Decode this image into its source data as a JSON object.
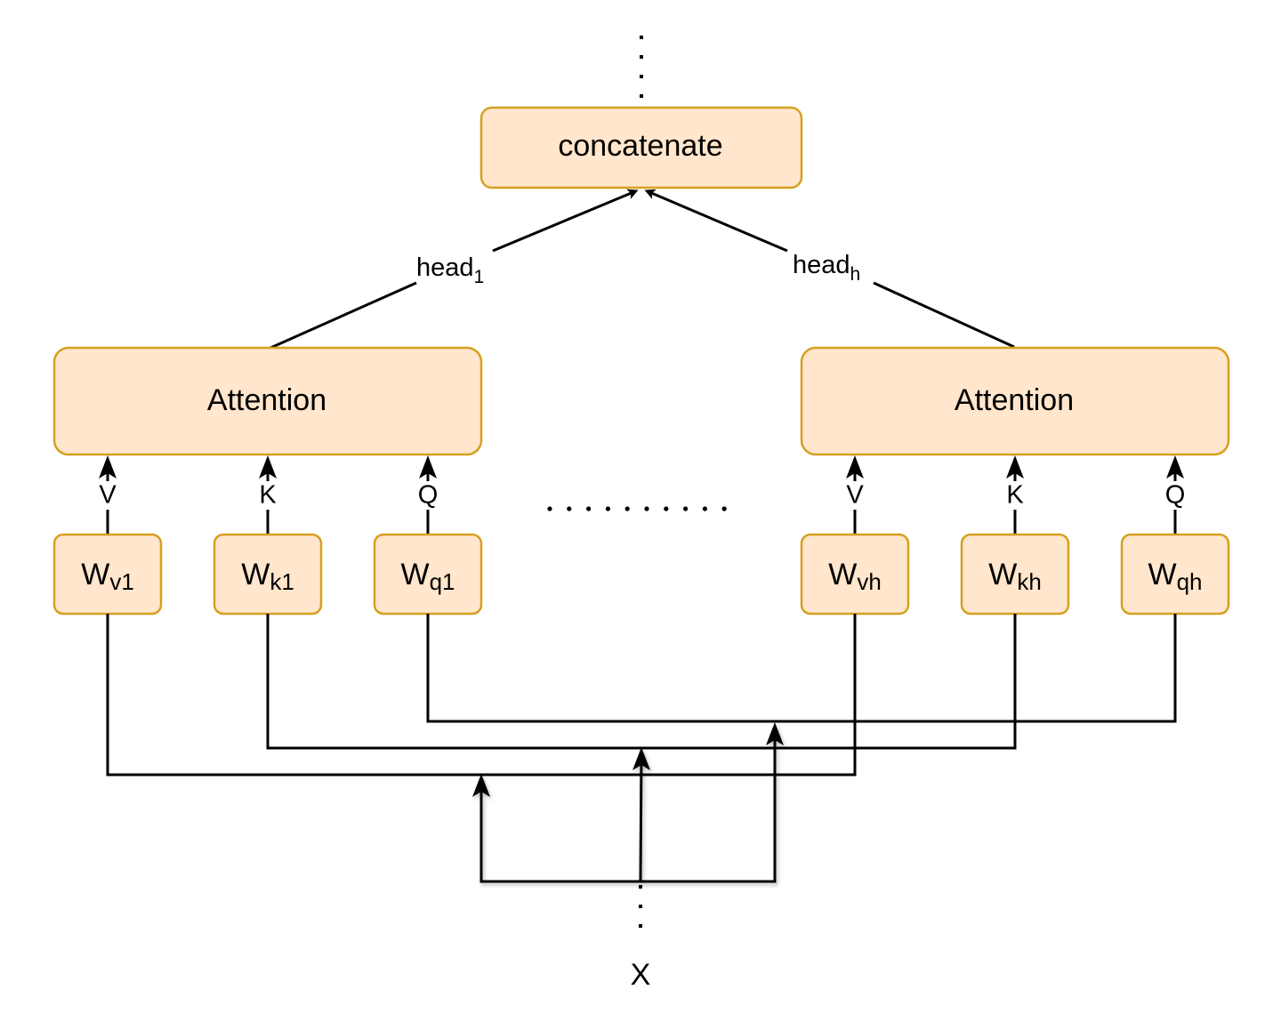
{
  "colors": {
    "box_fill": "#ffe6cc",
    "box_stroke": "#d6a020",
    "line": "#000000"
  },
  "concat": {
    "label": "concatenate"
  },
  "heads": [
    {
      "attention_label": "Attention",
      "head_label": "head",
      "head_sub": "1",
      "weights": [
        {
          "base": "W",
          "sub": "v1",
          "input": "V"
        },
        {
          "base": "W",
          "sub": "k1",
          "input": "K"
        },
        {
          "base": "W",
          "sub": "q1",
          "input": "Q"
        }
      ]
    },
    {
      "attention_label": "Attention",
      "head_label": "head",
      "head_sub": "h",
      "weights": [
        {
          "base": "W",
          "sub": "vh",
          "input": "V"
        },
        {
          "base": "W",
          "sub": "kh",
          "input": "K"
        },
        {
          "base": "W",
          "sub": "qh",
          "input": "Q"
        }
      ]
    }
  ],
  "input": {
    "label": "X"
  },
  "ellipsis": {
    "dots_count": 10
  }
}
